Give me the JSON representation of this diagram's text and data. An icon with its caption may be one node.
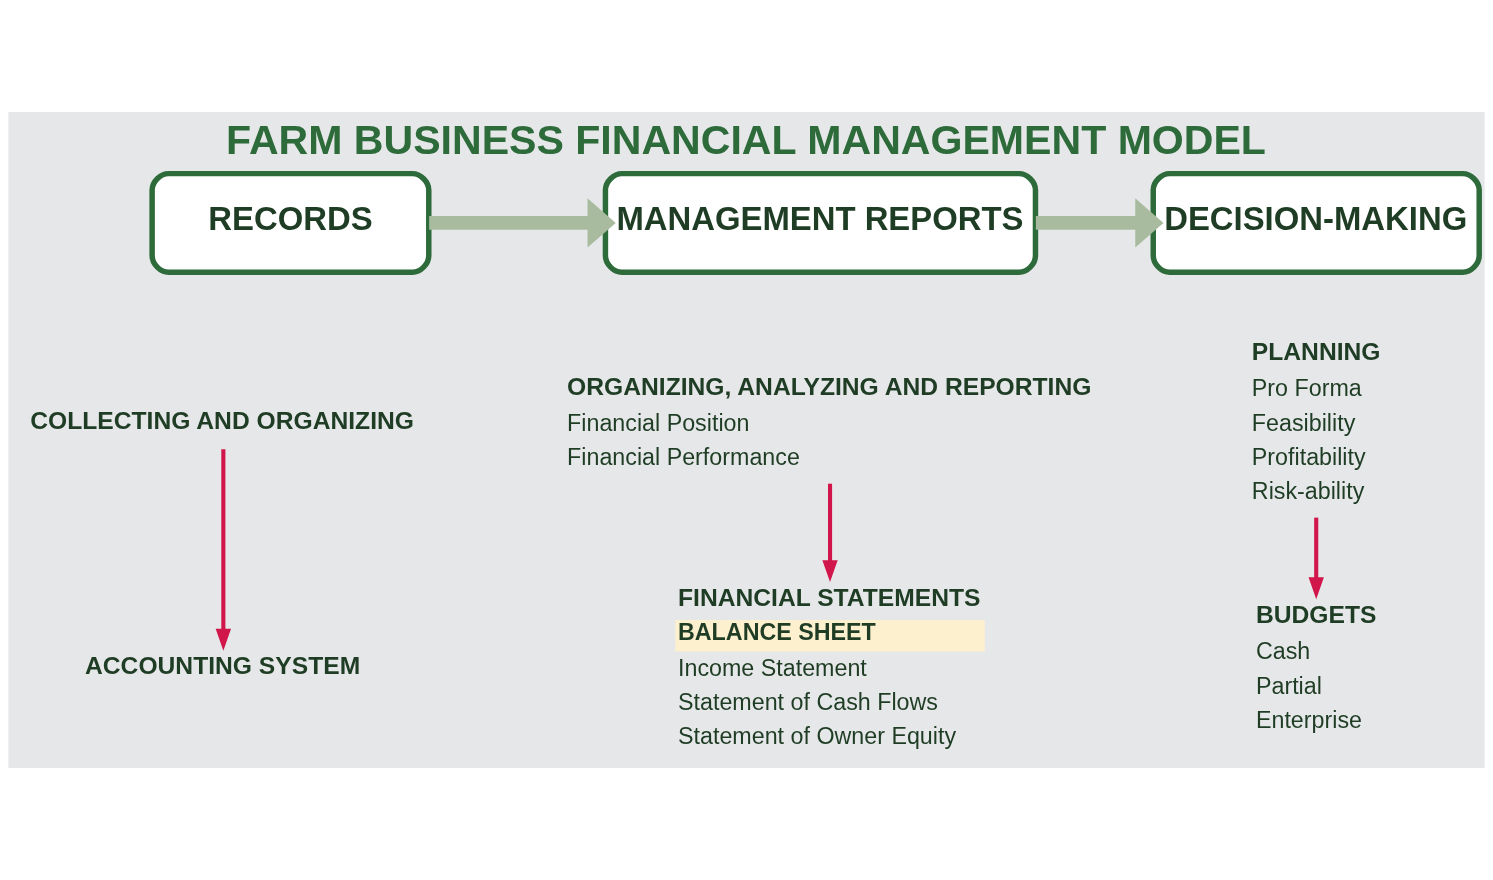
{
  "diagram": {
    "title": "FARM BUSINESS FINANCIAL MANAGEMENT MODEL",
    "nodes": [
      {
        "text": [
          "RECORDS"
        ]
      },
      {
        "text": [
          "MANAGEMENT REPORTS"
        ]
      },
      {
        "text": [
          "DECISION-MAKING"
        ]
      },
      {
        "text": [
          "COLLECTING AND ORGANIZING"
        ]
      },
      {
        "text": [
          "ACCOUNTING SYSTEM"
        ]
      },
      {
        "text": [
          "ORGANIZING, ANALYZING AND REPORTING",
          "Financial Position",
          "Financial Performance"
        ]
      },
      {
        "text": [
          "FINANCIAL STATEMENTS",
          "BALANCE SHEET",
          "Income Statement",
          "Statement of Cash Flows",
          "Statement of Owner Equity"
        ]
      },
      {
        "text": [
          "PLANNING",
          "Pro Forma",
          "Feasibility",
          "Profitability",
          "Risk-ability"
        ]
      },
      {
        "text": [
          "BUDGETS",
          "Cash",
          "Partial",
          "Enterprise"
        ]
      }
    ],
    "edges": [
      {
        "from": 0,
        "to": 1,
        "arrow": "to",
        "style": "thick",
        "color": "#a9bb9f"
      },
      {
        "from": 1,
        "to": 2,
        "arrow": "to",
        "style": "thick",
        "color": "#a9bb9f"
      },
      {
        "from": 3,
        "to": 4,
        "arrow": "to"
      },
      {
        "from": 5,
        "to": 6,
        "arrow": "to"
      },
      {
        "from": 7,
        "to": 8,
        "arrow": "to"
      }
    ]
  }
}
